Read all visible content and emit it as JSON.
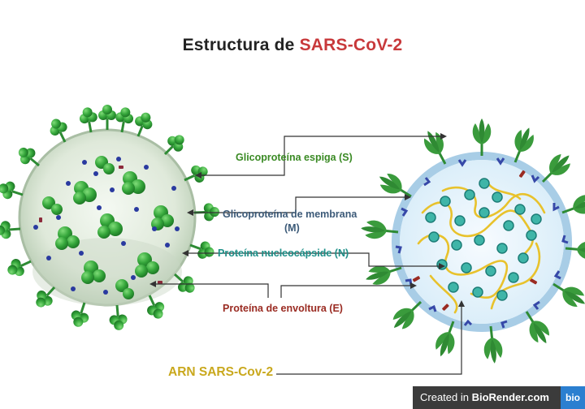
{
  "title": {
    "prefix": "Estructura de ",
    "highlight": "SARS-CoV-2"
  },
  "labels": {
    "spike": "Glicoproteína espiga (S)",
    "membrane_line1": "Glicoproteína de membrana",
    "membrane_line2": "(M)",
    "nucleocapsid": "Proteína nucleocápside (N)",
    "envelope": "Proteína de envoltura (E)",
    "rna": "ARN SARS-Cov-2"
  },
  "credit": {
    "prefix": "Created in ",
    "brand": "BioRender.com",
    "logo": "bio"
  },
  "colors": {
    "title_highlight": "#c8393b",
    "spike": "#3a8a24",
    "membrane": "#3c5a78",
    "nucleocapsid": "#1c8f88",
    "envelope": "#9a2b22",
    "rna": "#c9a81d"
  }
}
